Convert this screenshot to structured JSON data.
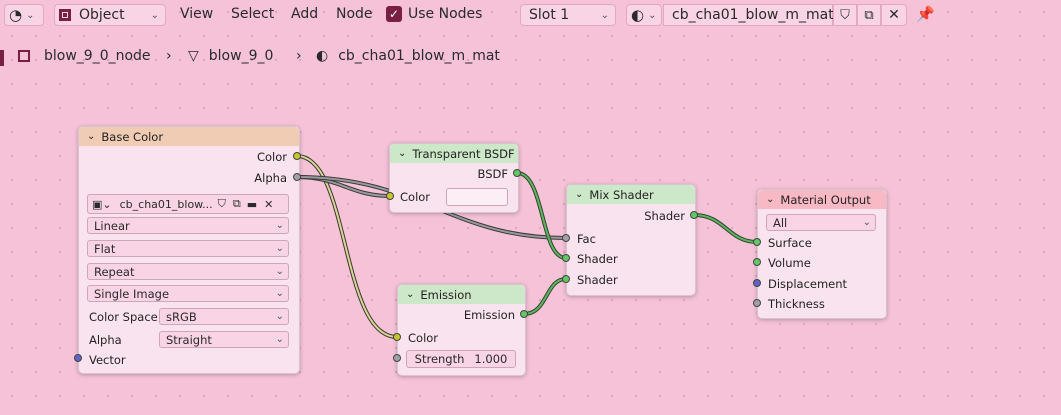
{
  "header": {
    "mode_label": "Object",
    "menus": [
      "View",
      "Select",
      "Add",
      "Node"
    ],
    "use_nodes_label": "Use Nodes",
    "slot_label": "Slot 1",
    "material_name": "cb_cha01_blow_m_mat"
  },
  "breadcrumb": [
    "blow_9_0_node",
    "blow_9_0",
    "cb_cha01_blow_m_mat"
  ],
  "nodes": {
    "base_color": {
      "title": "Base Color",
      "out_color": "Color",
      "out_alpha": "Alpha",
      "image_name": "cb_cha01_blow...",
      "interpolation": "Linear",
      "projection": "Flat",
      "extension": "Repeat",
      "source": "Single Image",
      "color_space_label": "Color Space",
      "color_space": "sRGB",
      "alpha_label": "Alpha",
      "alpha_mode": "Straight",
      "vector_label": "Vector"
    },
    "transparent": {
      "title": "Transparent BSDF",
      "out": "BSDF",
      "in_color": "Color"
    },
    "emission": {
      "title": "Emission",
      "out": "Emission",
      "in_color": "Color",
      "strength_label": "Strength",
      "strength_value": "1.000"
    },
    "mix": {
      "title": "Mix Shader",
      "out": "Shader",
      "fac": "Fac",
      "shader1": "Shader",
      "shader2": "Shader"
    },
    "output": {
      "title": "Material Output",
      "target": "All",
      "surface": "Surface",
      "volume": "Volume",
      "displacement": "Displacement",
      "thickness": "Thickness"
    }
  },
  "colors": {
    "background": "#f5c2d8",
    "texture_header": "#f0ccb4",
    "shader_header": "#cde8c8",
    "output_header": "#f8b8c4",
    "accent": "#7a1f44"
  }
}
